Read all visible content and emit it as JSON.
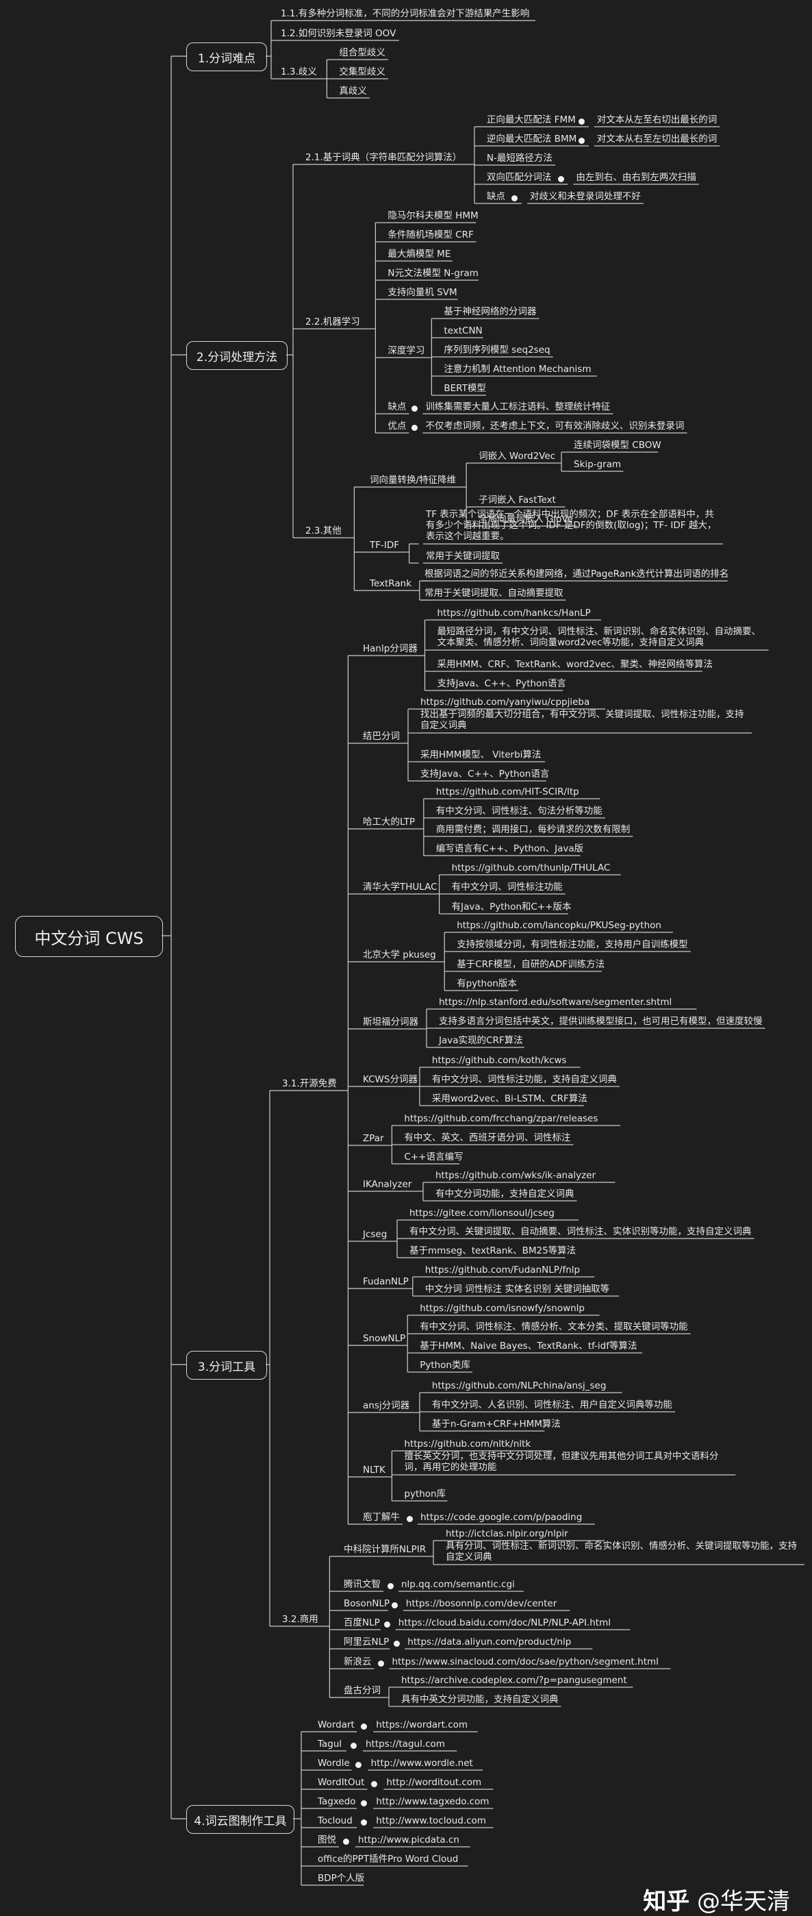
{
  "root": "中文分词 CWS",
  "sections": [
    {
      "label": "1.分词难点",
      "items": [
        {
          "label": "1.1.有多种分词标准，不同的分词标准会对下游结果产生影响"
        },
        {
          "label": "1.2.如何识别未登录词 OOV"
        },
        {
          "label": "1.3.歧义",
          "children": [
            "组合型歧义",
            "交集型歧义",
            "真歧义"
          ]
        }
      ]
    },
    {
      "label": "2.分词处理方法",
      "items": [
        {
          "label": "2.1.基于词典（字符串匹配分词算法）",
          "children": [
            {
              "label": "正向最大匹配法 FMM",
              "note": "对文本从左至右切出最长的词"
            },
            {
              "label": "逆向最大匹配法 BMM",
              "note": "对文本从右至左切出最长的词"
            },
            {
              "label": "N-最短路径方法"
            },
            {
              "label": "双向匹配分词法",
              "note": "由左到右、由右到左两次扫描"
            },
            {
              "label": "缺点",
              "note": "对歧义和未登录词处理不好"
            }
          ]
        },
        {
          "label": "2.2.机器学习",
          "children": [
            {
              "label": "隐马尔科夫模型 HMM"
            },
            {
              "label": "条件随机场模型 CRF"
            },
            {
              "label": "最大熵模型 ME"
            },
            {
              "label": "N元文法模型 N-gram"
            },
            {
              "label": "支持向量机 SVM"
            },
            {
              "label": "深度学习",
              "children": [
                "基于神经网络的分词器",
                "textCNN",
                "序列到序列模型 seq2seq",
                "注意力机制 Attention Mechanism",
                "BERT模型"
              ]
            },
            {
              "label": "缺点",
              "note": "训练集需要大量人工标注语料、整理统计特征"
            },
            {
              "label": "优点",
              "note": "不仅考虑词频，还考虑上下文，可有效消除歧义、识别未登录词"
            }
          ]
        },
        {
          "label": "2.3.其他",
          "children": [
            {
              "label": "词向量转换/特征降维",
              "children": [
                {
                  "label": "词嵌入 Word2Vec",
                  "children": [
                    "连续词袋模型 CBOW",
                    "Skip-gram"
                  ]
                },
                {
                  "label": "子词嵌入 FastText"
                },
                {
                  "label": "全局向量词嵌入 GloVe"
                }
              ]
            },
            {
              "label": "TF-IDF",
              "children": [
                "TF 表示某个词语在一个语料中出现的频次；DF 表示在全部语料中，共有多少个语料出现了这个词。IDF 是DF的倒数(取log)；TF- IDF 越大，表示这个词越重要。",
                "常用于关键词提取"
              ]
            },
            {
              "label": "TextRank",
              "children": [
                "根据词语之间的邻近关系构建网络，通过PageRank迭代计算出词语的排名",
                "常用于关键词提取、自动摘要提取"
              ]
            }
          ]
        }
      ]
    },
    {
      "label": "3.分词工具",
      "items": [
        {
          "label": "3.1.开源免费",
          "tools": [
            {
              "name": "Hanlp分词器",
              "url": "https://github.com/hankcs/HanLP",
              "items": [
                "最短路径分词，有中文分词、词性标注、新词识别、命名实体识别、自动摘要、文本聚类、情感分析、词向量word2vec等功能，支持自定义词典",
                "采用HMM、CRF、TextRank、word2vec、聚类、神经网络等算法",
                "支持Java、C++、Python语言"
              ]
            },
            {
              "name": "结巴分词",
              "url": "https://github.com/yanyiwu/cppjieba",
              "items": [
                "找出基于词频的最大切分组合，有中文分词、关键词提取、词性标注功能，支持自定义词典",
                "采用HMM模型、 Viterbi算法",
                "支持Java、C++、Python语言"
              ]
            },
            {
              "name": "哈工大的LTP",
              "url": "https://github.com/HIT-SCIR/ltp",
              "items": [
                "有中文分词、词性标注、句法分析等功能",
                "商用需付费；调用接口，每秒请求的次数有限制",
                "编写语言有C++、Python、Java版"
              ]
            },
            {
              "name": "清华大学THULAC",
              "url": "https://github.com/thunlp/THULAC",
              "items": [
                "有中文分词、词性标注功能",
                "有Java、Python和C++版本"
              ]
            },
            {
              "name": "北京大学 pkuseg",
              "url": "https://github.com/lancopku/PKUSeg-python",
              "items": [
                "支持按领域分词，有词性标注功能，支持用户自训练模型",
                "基于CRF模型，自研的ADF训练方法",
                "有python版本"
              ]
            },
            {
              "name": "斯坦福分词器",
              "url": "https://nlp.stanford.edu/software/segmenter.shtml",
              "items": [
                "支持多语言分词包括中英文，提供训练模型接口，也可用已有模型，但速度较慢",
                "Java实现的CRF算法"
              ]
            },
            {
              "name": "KCWS分词器",
              "url": "https://github.com/koth/kcws",
              "items": [
                "有中文分词、词性标注功能，支持自定义词典",
                "采用word2vec、Bi-LSTM、CRF算法"
              ]
            },
            {
              "name": "ZPar",
              "url": "https://github.com/frcchang/zpar/releases",
              "items": [
                "有中文、英文、西班牙语分词、词性标注",
                "C++语言编写"
              ]
            },
            {
              "name": "IKAnalyzer",
              "url": "https://github.com/wks/ik-analyzer",
              "items": [
                "有中文分词功能，支持自定义词典"
              ]
            },
            {
              "name": "Jcseg",
              "url": "https://gitee.com/lionsoul/jcseg",
              "items": [
                "有中文分词、关键词提取、自动摘要、词性标注、实体识别等功能，支持自定义词典",
                "基于mmseg、textRank、BM25等算法"
              ]
            },
            {
              "name": "FudanNLP",
              "url": "https://github.com/FudanNLP/fnlp",
              "items": [
                "中文分词 词性标注 实体名识别 关键词抽取等"
              ]
            },
            {
              "name": "SnowNLP",
              "url": "https://github.com/isnowfy/snownlp",
              "items": [
                "有中文分词、词性标注、情感分析、文本分类、提取关键词等功能",
                "基于HMM、Naive Bayes、TextRank、tf-idf等算法",
                "Python类库"
              ]
            },
            {
              "name": "ansj分词器",
              "url": "https://github.com/NLPchina/ansj_seg",
              "items": [
                "有中文分词、人名识别、词性标注、用户自定义词典等功能",
                "基于n-Gram+CRF+HMM算法"
              ]
            },
            {
              "name": "NLTK",
              "url": "https://github.com/nltk/nltk",
              "items": [
                "擅长英文分词，也支持中文分词处理，但建议先用其他分词工具对中文语料分词，再用它的处理功能",
                "python库"
              ]
            },
            {
              "name": "庖丁解牛",
              "url": "https://code.google.com/p/paoding",
              "items": []
            }
          ]
        },
        {
          "label": "3.2.商用",
          "tools": [
            {
              "name": "中科院计算所NLPIR",
              "url": "http://ictclas.nlpir.org/nlpir",
              "items": [
                "具有分词、词性标注、新词识别、命名实体识别、情感分析、关键词提取等功能，支持自定义词典"
              ]
            },
            {
              "name": "腾讯文智",
              "url": "nlp.qq.com/semantic.cgi",
              "items": []
            },
            {
              "name": "BosonNLP",
              "url": "https://bosonnlp.com/dev/center",
              "items": []
            },
            {
              "name": "百度NLP",
              "url": "https://cloud.baidu.com/doc/NLP/NLP-API.html",
              "items": []
            },
            {
              "name": "阿里云NLP",
              "url": "https://data.aliyun.com/product/nlp",
              "items": []
            },
            {
              "name": "新浪云",
              "url": "https://www.sinacloud.com/doc/sae/python/segment.html",
              "items": []
            },
            {
              "name": "盘古分词",
              "url": "https://archive.codeplex.com/?p=pangusegment",
              "items": [
                "具有中英文分词功能，支持自定义词典"
              ]
            }
          ]
        }
      ]
    },
    {
      "label": "4.词云图制作工具",
      "items": [
        {
          "label": "Wordart",
          "url": "https://wordart.com"
        },
        {
          "label": "Tagul",
          "url": "https://tagul.com"
        },
        {
          "label": "Wordle",
          "url": "http://www.wordle.net"
        },
        {
          "label": "WordItOut",
          "url": "http://worditout.com"
        },
        {
          "label": "Tagxedo",
          "url": "http://www.tagxedo.com"
        },
        {
          "label": "Tocloud",
          "url": "http://www.tocloud.com"
        },
        {
          "label": "图悦",
          "url": "http://www.picdata.cn"
        },
        {
          "label": "office的PPT插件Pro Word Cloud"
        },
        {
          "label": "BDP个人版"
        }
      ]
    }
  ],
  "watermark": {
    "logo": "知乎",
    "author": "@华天清"
  }
}
